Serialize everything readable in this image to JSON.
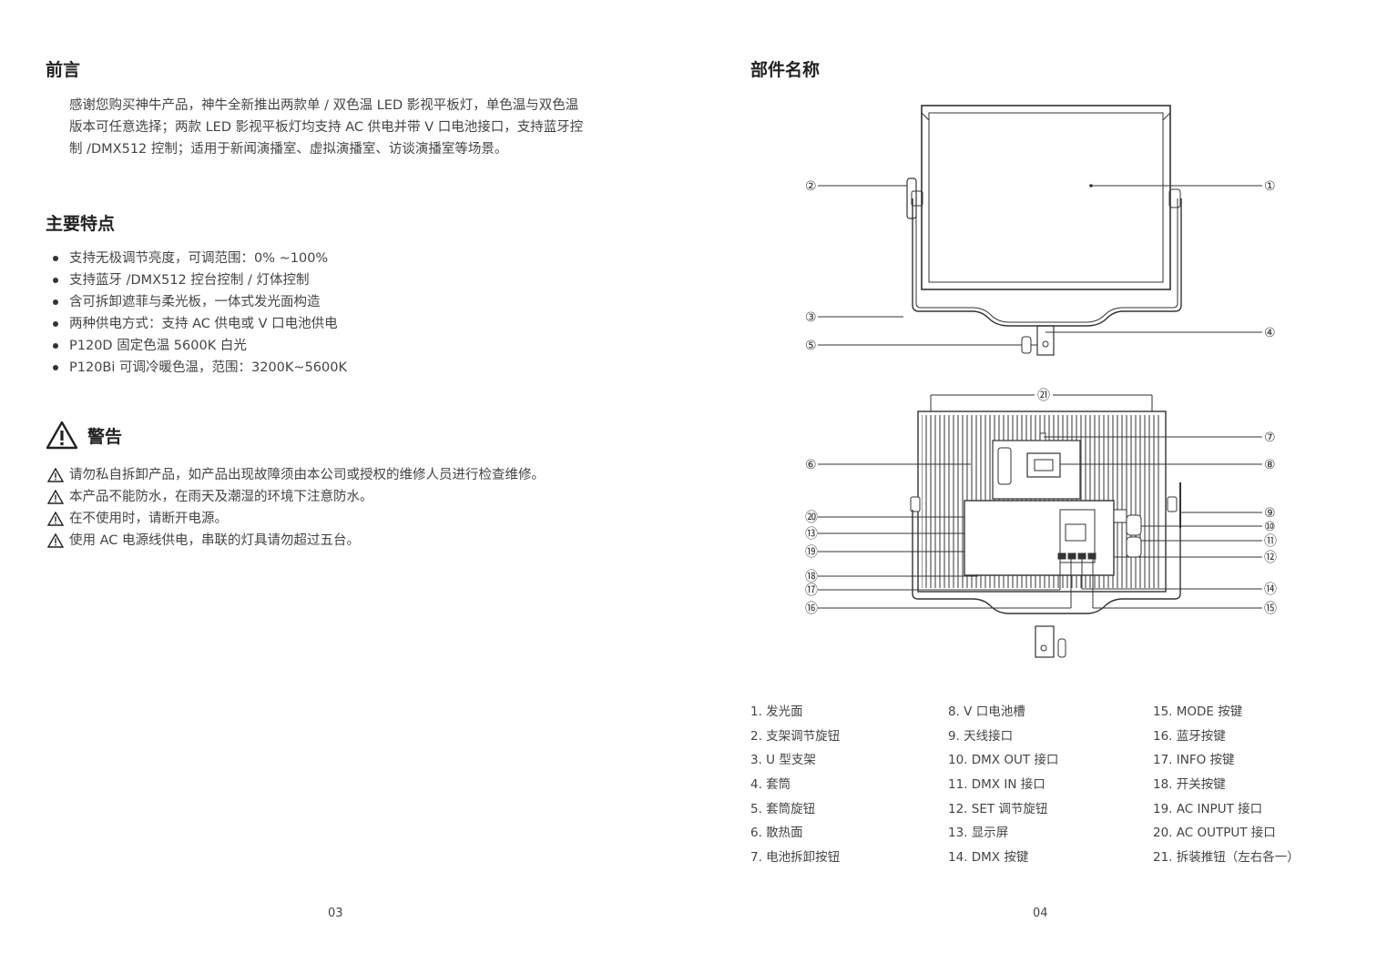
{
  "left_page": {
    "preface_title": "前言",
    "preface_lines": [
      "感谢您购买神牛产品，神牛全新推出两款单 / 双色温 LED 影视平板灯，单色温与双色温",
      "版本可任意选择；两款 LED 影视平板灯均支持 AC 供电并带 V 口电池接口，支持蓝牙控",
      "制 /DMX512 控制；适用于新闻演播室、虚拟演播室、访谈演播室等场景。"
    ],
    "features_title": "主要特点",
    "features": [
      "支持无极调节亮度，可调范围：0% ~100%",
      "支持蓝牙 /DMX512 控台控制 / 灯体控制",
      "含可拆卸遮菲与柔光板，一体式发光面构造",
      "两种供电方式：支持 AC 供电或 V 口电池供电",
      "P120D 固定色温 5600K 白光",
      "P120Bi 可调冷暖色温，范围：3200K~5600K"
    ],
    "warning_title": "警告",
    "warnings": [
      "请勿私自拆卸产品，如产品出现故障须由本公司或授权的维修人员进行检查维修。",
      "本产品不能防水，在雨天及潮湿的环境下注意防水。",
      "在不使用时，请断开电源。",
      "使用 AC 电源线供电，串联的灯具请勿超过五台。"
    ],
    "page_number": "03"
  },
  "right_page": {
    "title": "部件名称",
    "diagram_labels": {
      "front": [
        "①",
        "②",
        "③",
        "④",
        "⑤"
      ],
      "back_top": "㉑",
      "back_left": [
        "⑥",
        "⑳",
        "⑬",
        "⑲",
        "⑱",
        "⑰",
        "⑯"
      ],
      "back_right": [
        "⑦",
        "⑧",
        "⑨",
        "⑩",
        "⑪",
        "⑫",
        "⑭",
        "⑮"
      ]
    },
    "parts": [
      "1. 发光面",
      "2. 支架调节旋钮",
      "3. U 型支架",
      "4. 套筒",
      "5. 套筒旋钮",
      "6. 散热面",
      "7. 电池拆卸按钮",
      "8.   V 口电池槽",
      "9.   天线接口",
      "10. DMX OUT 接口",
      "11. DMX IN 接口",
      "12. SET 调节旋钮",
      "13. 显示屏",
      "14. DMX 按键",
      "15. MODE 按键",
      "16. 蓝牙按键",
      "17. INFO 按键",
      "18. 开关按键",
      "19. AC INPUT 接口",
      "20. AC OUTPUT 接口",
      "21. 拆装推钮（左右各一）"
    ],
    "page_number": "04"
  },
  "colors": {
    "text": "#444444",
    "heading": "#222222",
    "line": "#333333"
  },
  "icons": {
    "warning": "warning-triangle-icon",
    "bullet": "bullet-dot-icon"
  }
}
